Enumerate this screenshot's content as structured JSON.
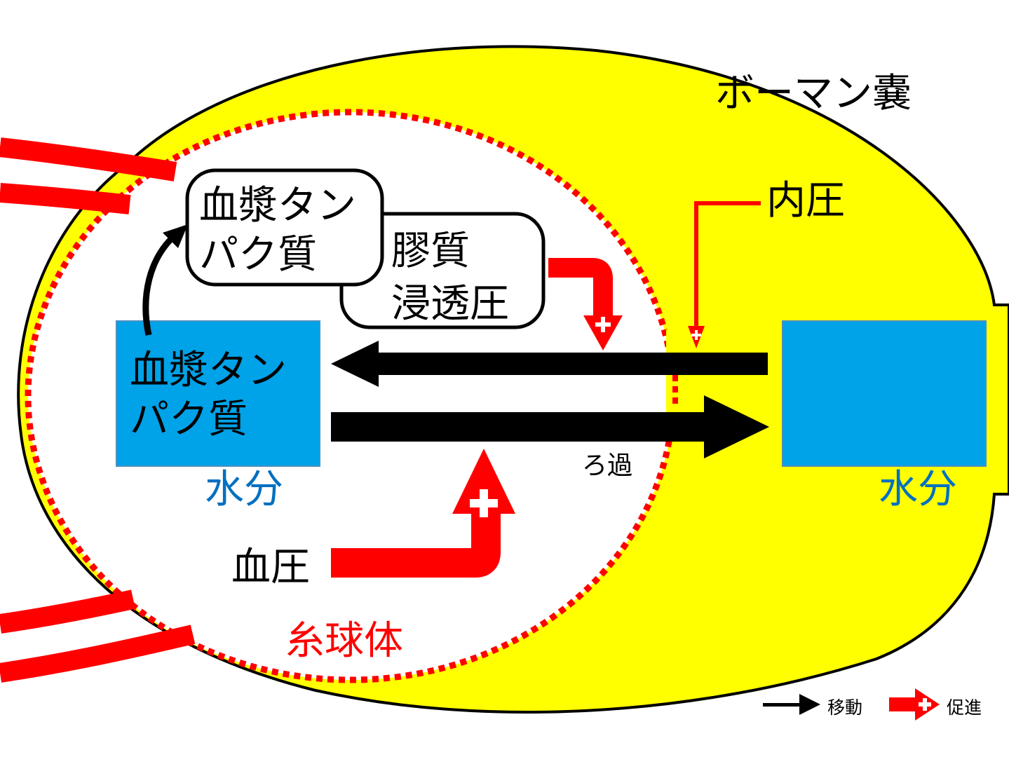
{
  "labels": {
    "bowman_capsule": "ボーマン嚢",
    "glomerulus": "糸球体",
    "internal_pressure": "内圧",
    "blood_pressure": "血圧",
    "filtration": "ろ過",
    "water_left": "水分",
    "water_right": "水分",
    "plasma_protein_box": [
      "血漿タン",
      "パク質"
    ],
    "plasma_protein_bubble": [
      "血漿タン",
      "パク質"
    ],
    "colloid_osmotic": [
      "膠質",
      "浸透圧"
    ]
  },
  "legend": {
    "move": "移動",
    "promote": "促進"
  },
  "colors": {
    "capsule": "#ffff00",
    "vessel": "#ff0000",
    "water_box": "#00a2e8",
    "water_text": "#0070c0",
    "glomerulus_text": "#ff0000",
    "arrow": "#000000"
  }
}
